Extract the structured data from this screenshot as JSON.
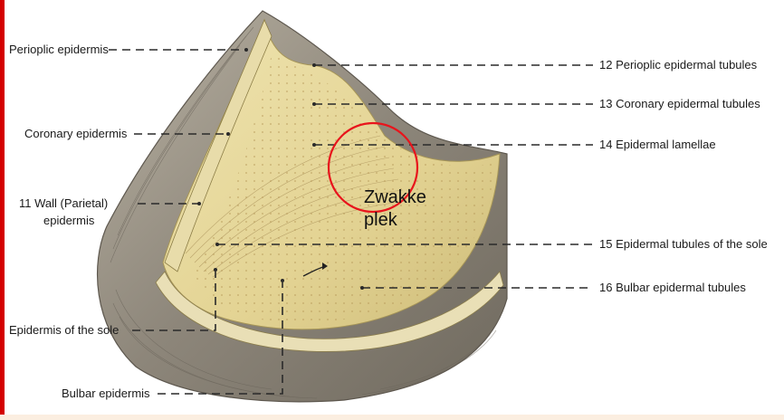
{
  "labels_left": {
    "perioplic_epidermis": "Perioplic epidermis",
    "coronary_epidermis": "Coronary epidermis",
    "wall_line1": "11  Wall (Parietal)",
    "wall_line2": "epidermis",
    "epidermis_of_sole": "Epidermis of the sole",
    "bulbar_epidermis": "Bulbar epidermis"
  },
  "labels_right": {
    "l12": "12  Perioplic epidermal tubules",
    "l13": "13  Coronary epidermal tubules",
    "l14": "14  Epidermal lamellae",
    "l15": "15  Epidermal tubules of the sole",
    "l16": "16  Bulbar epidermal tubules"
  },
  "annotation": {
    "line1": "Zwakke",
    "line2": "plek",
    "circle_color": "#e8141c"
  },
  "colors": {
    "leader_line": "#2a2a2a",
    "hoof_wall": "#8b8478",
    "sole": "#e6d89a",
    "frame_edge": "#d40000"
  }
}
